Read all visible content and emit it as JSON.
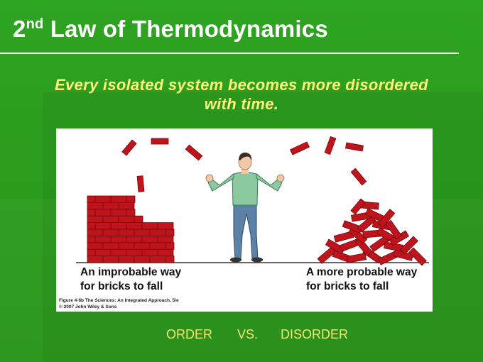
{
  "slide": {
    "title_main": "2",
    "title_sup": "nd",
    "title_rest": " Law of Thermodynamics",
    "subtitle_line1": "Every isolated system becomes more disordered",
    "subtitle_line2": "with time."
  },
  "figure": {
    "caption_left_line1": "An improbable way",
    "caption_left_line2": "for bricks to fall",
    "caption_right_line1": "A more probable way",
    "caption_right_line2": "for bricks to fall",
    "credit_line1": "Figure 4-6b  The Sciences: An Integrated Approach, 5/e",
    "credit_line2": "© 2007 John Wiley & Sons"
  },
  "footer": {
    "order": "ORDER",
    "vs": "VS.",
    "disorder": "DISORDER"
  },
  "colors": {
    "background": "#2a9a1e",
    "title": "#ffffff",
    "subtitle": "#fff27a",
    "brick": "#c0141c",
    "footer": "#f2e96a"
  }
}
